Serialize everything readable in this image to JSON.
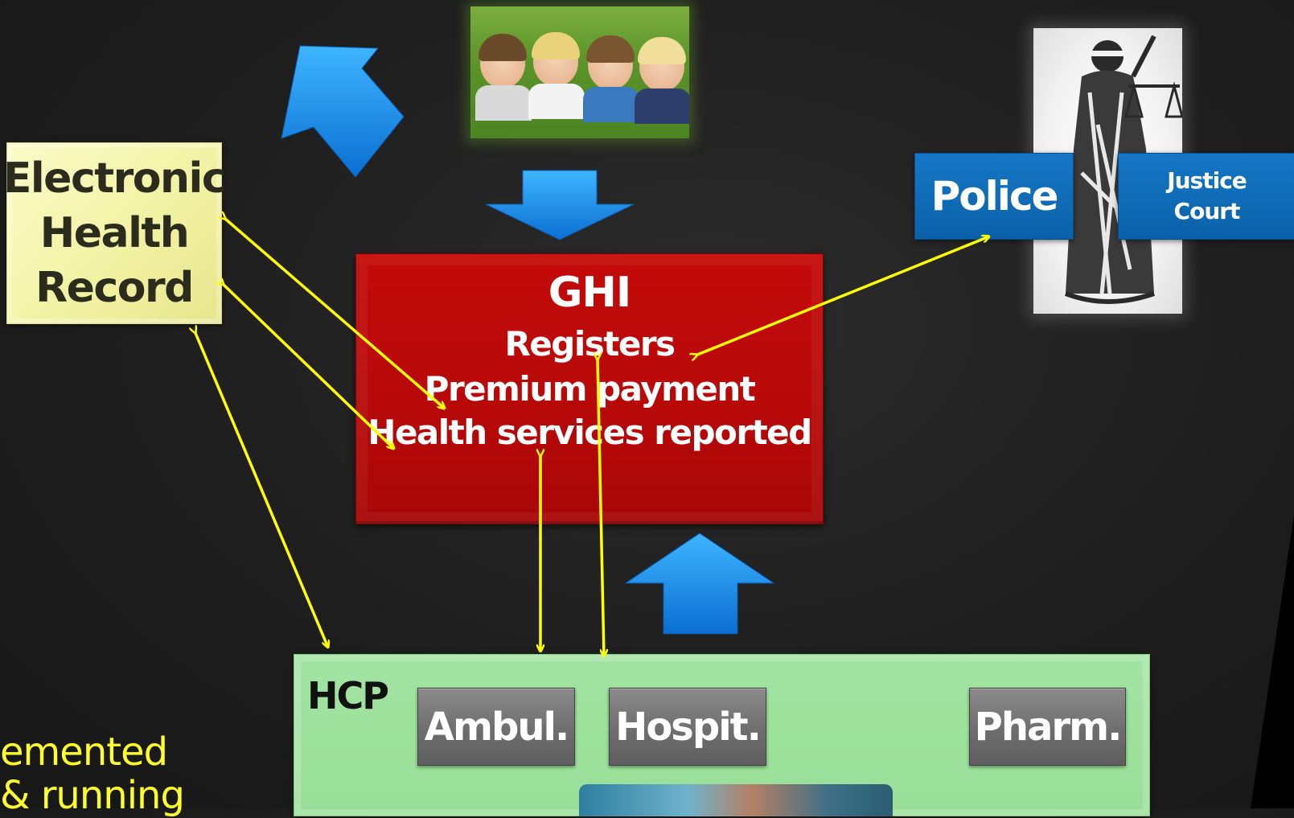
{
  "ehr": {
    "lines": [
      "Electronic",
      "Health",
      "Record"
    ]
  },
  "ghi": {
    "title": "GHI",
    "lines": [
      "Registers",
      "Premium payment",
      "Health services reported"
    ]
  },
  "police": {
    "label": "Police"
  },
  "justice": {
    "lines": [
      "Justice",
      "Court"
    ]
  },
  "hcp": {
    "label": "HCP",
    "providers": [
      "Ambul.",
      "Hospit.",
      "Pharm."
    ]
  },
  "footnote": {
    "lines": [
      "emented",
      "& running"
    ]
  },
  "colors": {
    "background": "#1e1e1e",
    "ehr_fill": "#f5f5b0",
    "ghi_fill": "#b70909",
    "police_fill": "#0f6cb8",
    "hcp_fill": "#9be09b",
    "provider_fill": "#737373",
    "connector": "#ffff00",
    "flow_arrow": "#1a8ee8",
    "footnote": "#ffff2a"
  },
  "icons": {
    "children_photo": "children-photo",
    "justice_statue": "lady-justice-image",
    "surgery_photo": "surgery-photo"
  }
}
